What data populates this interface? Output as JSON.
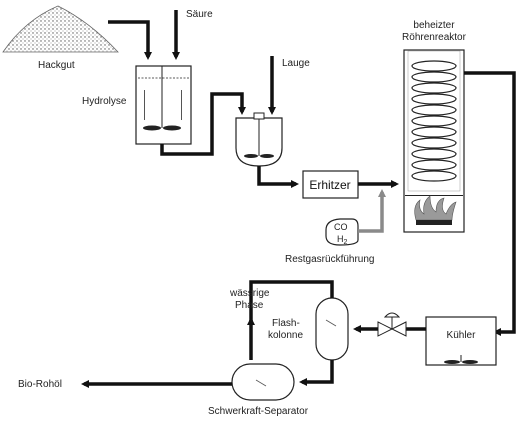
{
  "labels": {
    "hackgut": "Hackgut",
    "saeure": "Säure",
    "hydrolyse": "Hydrolyse",
    "lauge": "Lauge",
    "reaktor_line1": "beheizter",
    "reaktor_line2": "Röhrenreaktor",
    "erhitzer": "Erhitzer",
    "co": "CO",
    "h2_h": "H",
    "h2_sub": "2",
    "restgas": "Restgasrückführung",
    "waessrige_line1": "wässrige",
    "waessrige_line2": "Phase",
    "flash_line1": "Flash-",
    "flash_line2": "kolonne",
    "kuehler": "Kühler",
    "biorohoel": "Bio-Rohöl",
    "separator": "Schwerkraft-Separator"
  },
  "colors": {
    "line": "#111111",
    "recycle": "#8a8a8a",
    "flame": "#9a9a9a"
  }
}
